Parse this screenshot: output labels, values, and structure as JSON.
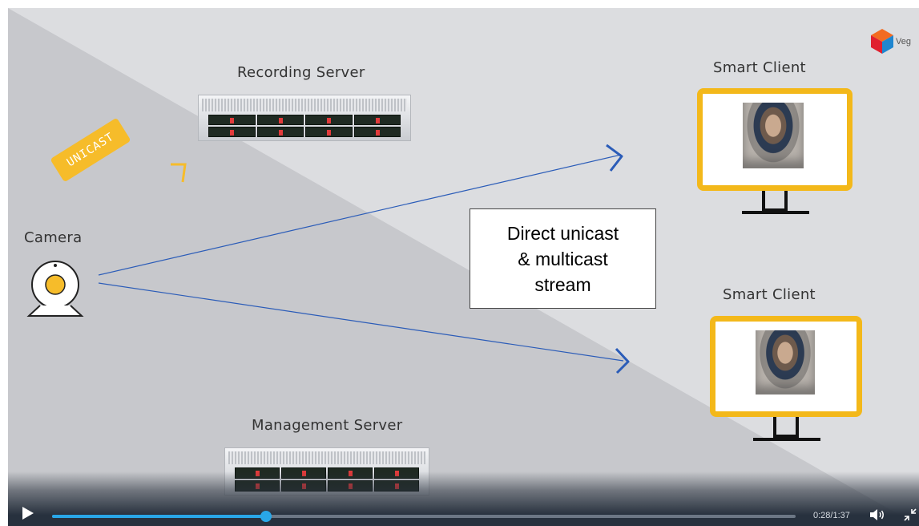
{
  "slide": {
    "labels": {
      "recording_server": "Recording Server",
      "camera": "Camera",
      "smart_client_top": "Smart Client",
      "smart_client_bottom": "Smart Client",
      "management_server": "Management Server"
    },
    "badge_text": "UNICAST",
    "info_box_text": "Direct unicast\n& multicast\nstream",
    "logo_text": "Veg",
    "colors": {
      "accent_yellow": "#f6bc2a",
      "arrow_blue": "#2b5cb8",
      "slide_background": "#d6d7db"
    }
  },
  "player": {
    "current_time": "0:28",
    "duration": "1:37",
    "time_display": "0:28/1:37",
    "progress_fraction": 0.288,
    "play_icon": "play-icon",
    "volume_icon": "volume-icon",
    "fullscreen_icon": "exit-fullscreen-icon",
    "accent": "#29a7e8"
  }
}
